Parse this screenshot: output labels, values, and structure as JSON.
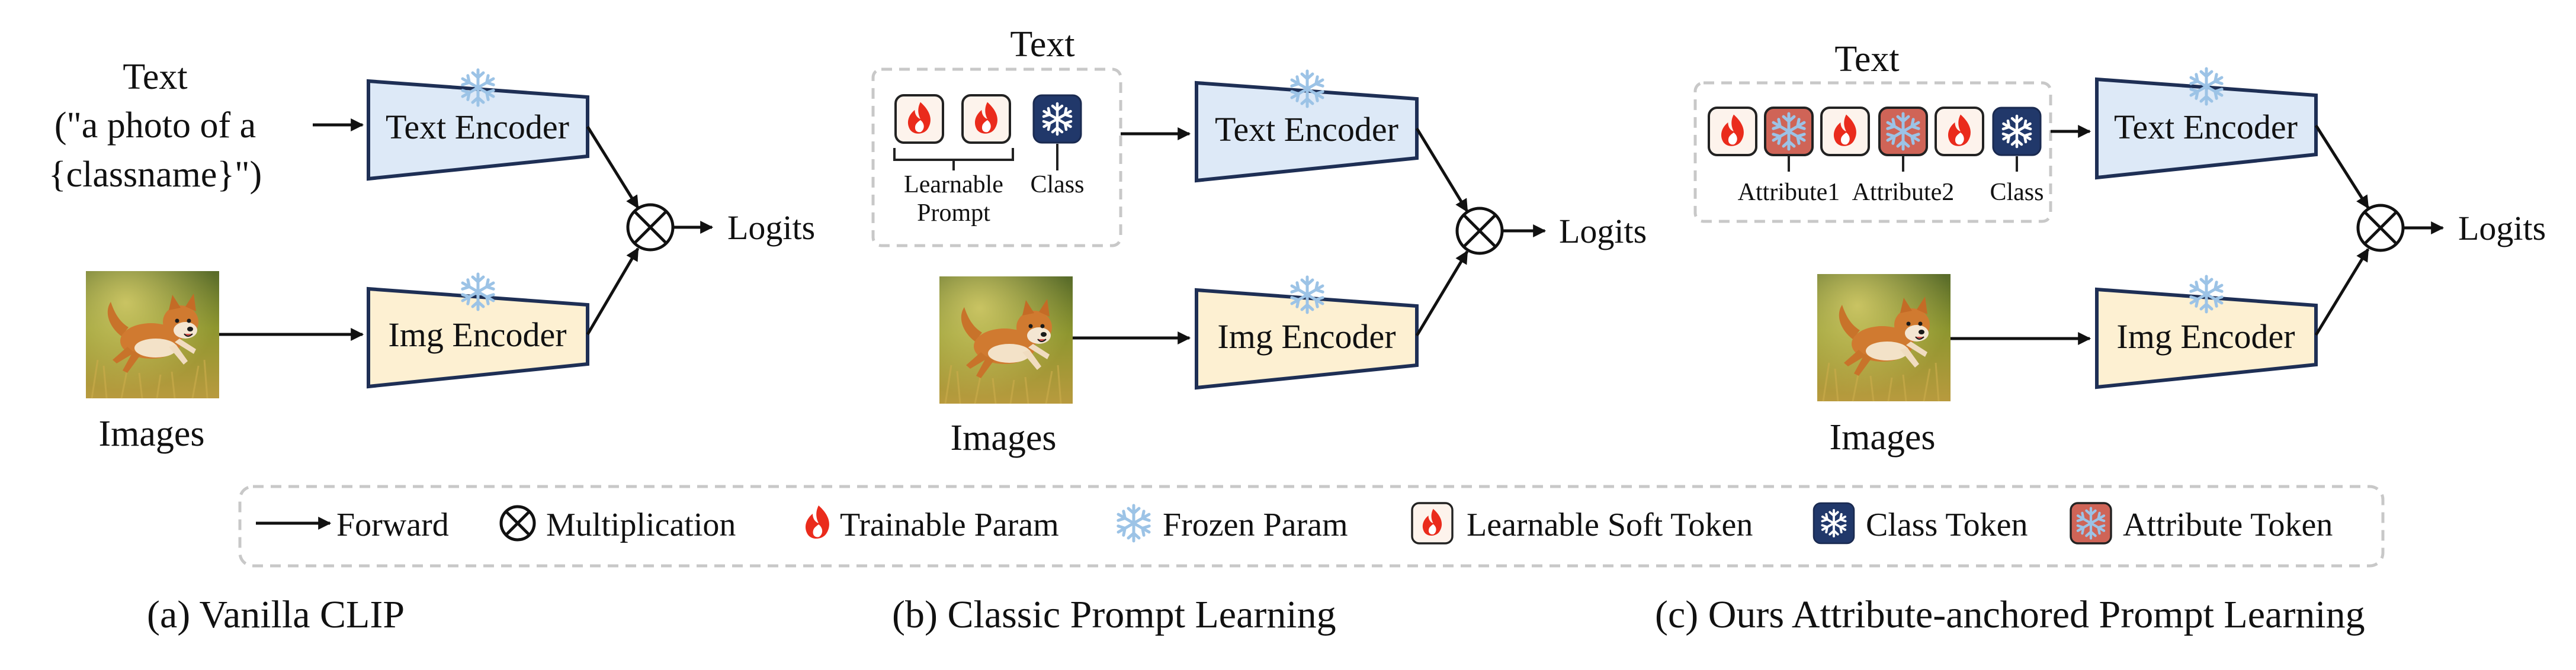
{
  "panels": {
    "a": {
      "caption": "(a) Vanilla CLIP",
      "text_title": "Text",
      "text_line2": "(\"a photo of a",
      "text_line3": "{classname}\")",
      "text_encoder": "Text Encoder",
      "img_encoder": "Img Encoder",
      "images_label": "Images",
      "logits": "Logits"
    },
    "b": {
      "caption": "(b) Classic Prompt Learning",
      "text_title": "Text",
      "learnable_line1": "Learnable",
      "learnable_line2": "Prompt",
      "class_label": "Class",
      "text_encoder": "Text Encoder",
      "img_encoder": "Img Encoder",
      "images_label": "Images",
      "logits": "Logits"
    },
    "c": {
      "caption": "(c) Ours Attribute-anchored Prompt Learning",
      "text_title": "Text",
      "attribute1": "Attribute1",
      "attribute2": "Attribute2",
      "class_label": "Class",
      "text_encoder": "Text Encoder",
      "img_encoder": "Img Encoder",
      "images_label": "Images",
      "logits": "Logits"
    }
  },
  "legend": {
    "forward": "Forward",
    "multiplication": "Multiplication",
    "trainable": "Trainable Param",
    "frozen": "Frozen Param",
    "learnable_token": "Learnable Soft Token",
    "class_token": "Class Token",
    "attribute_token": "Attribute Token"
  },
  "icons": [
    "snowflake-icon",
    "flame-icon",
    "dog-photo",
    "multiply-circle-icon"
  ],
  "colors": {
    "text_encoder_fill": "#dde9f7",
    "img_encoder_fill": "#fdf0d2",
    "encoder_stroke": "#1e2f55",
    "flame": "#ea2b1c",
    "snowflake": "#9cc3e6",
    "class_token": "#21386a",
    "attribute_token": "#cf6457",
    "learnable_token_fill": "#fdf3ec",
    "dashed_border": "#c8c8c8"
  }
}
